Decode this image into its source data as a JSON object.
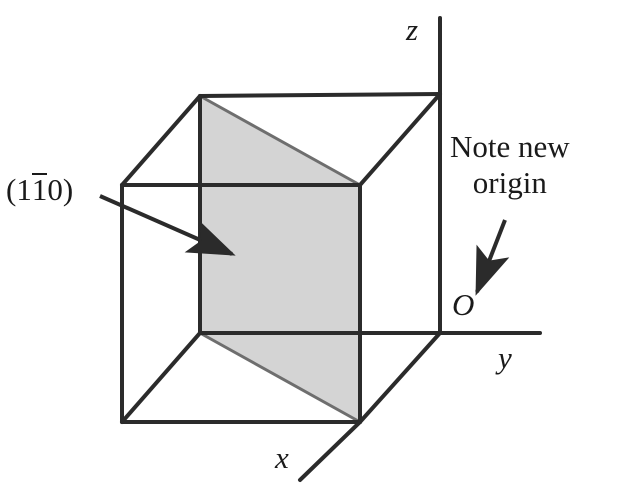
{
  "figure": {
    "title": "Crystallographic plane in a cubic unit cell",
    "colors": {
      "line": "#2b2b2b",
      "plane_fill": "#d4d4d4",
      "plane_edge": "#6e6e6e",
      "text": "#1a1a1a",
      "background": "#ffffff"
    }
  },
  "axes": {
    "z_label": "z",
    "y_label": "y",
    "x_label": "x",
    "origin_label": "O"
  },
  "plane": {
    "miller_prefix": "(1",
    "miller_overbar_digit": "1",
    "miller_suffix": "0)",
    "miller_index_plain": "(1̅1̅0)",
    "miller_index_text": "(110)"
  },
  "annotations": {
    "note_line1": "Note new",
    "note_line2": "origin"
  },
  "icons": {
    "plane_pointer": "arrow-icon",
    "origin_pointer": "arrow-icon"
  }
}
